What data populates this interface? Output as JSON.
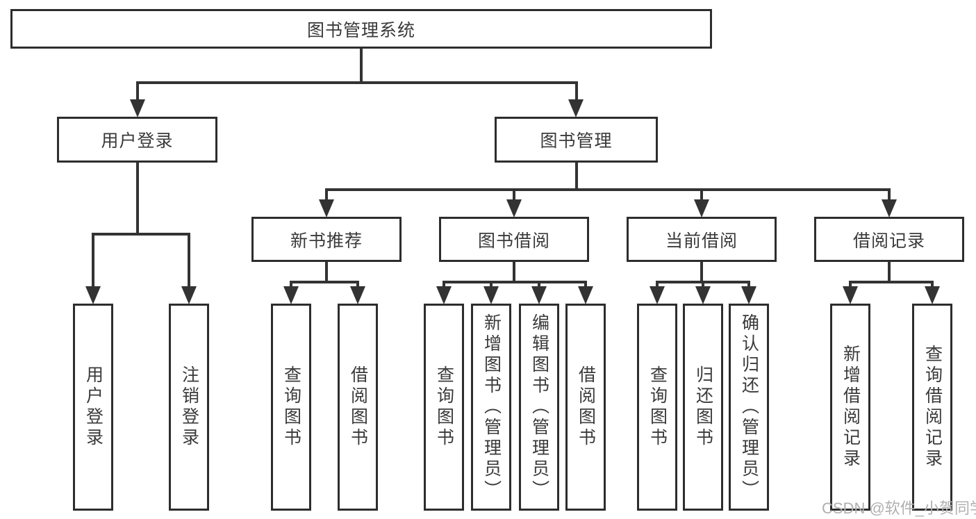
{
  "tree": {
    "label": "图书管理系统",
    "children": [
      {
        "label": "用户登录",
        "children": [
          {
            "label": "用户登录"
          },
          {
            "label": "注销登录"
          }
        ]
      },
      {
        "label": "图书管理",
        "children": [
          {
            "label": "新书推荐",
            "children": [
              {
                "label": "查询图书"
              },
              {
                "label": "借阅图书"
              }
            ]
          },
          {
            "label": "图书借阅",
            "children": [
              {
                "label": "查询图书"
              },
              {
                "label": "新增图书（管理员）"
              },
              {
                "label": "编辑图书（管理员）"
              },
              {
                "label": "借阅图书"
              }
            ]
          },
          {
            "label": "当前借阅",
            "children": [
              {
                "label": "查询图书"
              },
              {
                "label": "归还图书"
              },
              {
                "label": "确认归还（管理员）"
              }
            ]
          },
          {
            "label": "借阅记录",
            "children": [
              {
                "label": "新增借阅记录"
              },
              {
                "label": "查询借阅记录"
              }
            ]
          }
        ]
      }
    ]
  },
  "watermark": "CSDN @软件_小贺同学",
  "colors": {
    "line": "#333333",
    "border": "#2d2d2d",
    "text": "#3a3a3a",
    "watermark": "#b0b0b0",
    "background": "#ffffff"
  }
}
